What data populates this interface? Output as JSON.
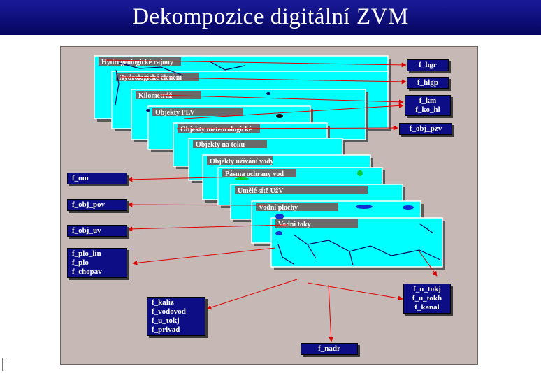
{
  "header": {
    "title": "Dekompozice digitální ZVM"
  },
  "colors": {
    "header_bg": "#0b0b7a",
    "panel_bg": "#c6b8b4",
    "layer_fill": "#00ffff",
    "layer_label_bg": "#6a6a6a",
    "label_bg": "#0d0d86",
    "arrow": "#dd0000",
    "feature_dark": "#000060",
    "feature_blue": "#1030d0",
    "feature_green": "#00cc33"
  },
  "layers": [
    {
      "label": "Hydrogeologické rajony"
    },
    {
      "label": "Hydrologické členění"
    },
    {
      "label": "Kilometráž"
    },
    {
      "label": "Objekty PLV"
    },
    {
      "label": "Objekty meteorologické"
    },
    {
      "label": "Objekty na toku"
    },
    {
      "label": "Objekty užívání vody"
    },
    {
      "label": "Pásma ochrany vod"
    },
    {
      "label": "Umělé sítě UžV"
    },
    {
      "label": "Vodní plochy"
    },
    {
      "label": "Vodní toky"
    }
  ],
  "output_labels": [
    {
      "lines": [
        "f_hgr"
      ]
    },
    {
      "lines": [
        "f_hlgp"
      ]
    },
    {
      "lines": [
        "f_km",
        "f_ko_hl"
      ]
    },
    {
      "lines": [
        "f_obj_pzv"
      ]
    },
    {
      "lines": [
        "f_om"
      ]
    },
    {
      "lines": [
        "f_obj_pov"
      ]
    },
    {
      "lines": [
        "f_obj_uv"
      ]
    },
    {
      "lines": [
        "f_plo_lin",
        "f_plo",
        "f_chopav"
      ]
    },
    {
      "lines": [
        "f_u_tokj",
        "f_u_tokh",
        "f_kanal"
      ]
    },
    {
      "lines": [
        "f_kaliz",
        "f_vodovod",
        "f_u_tokj",
        "f_privad"
      ]
    },
    {
      "lines": [
        "f_nadr"
      ]
    }
  ]
}
